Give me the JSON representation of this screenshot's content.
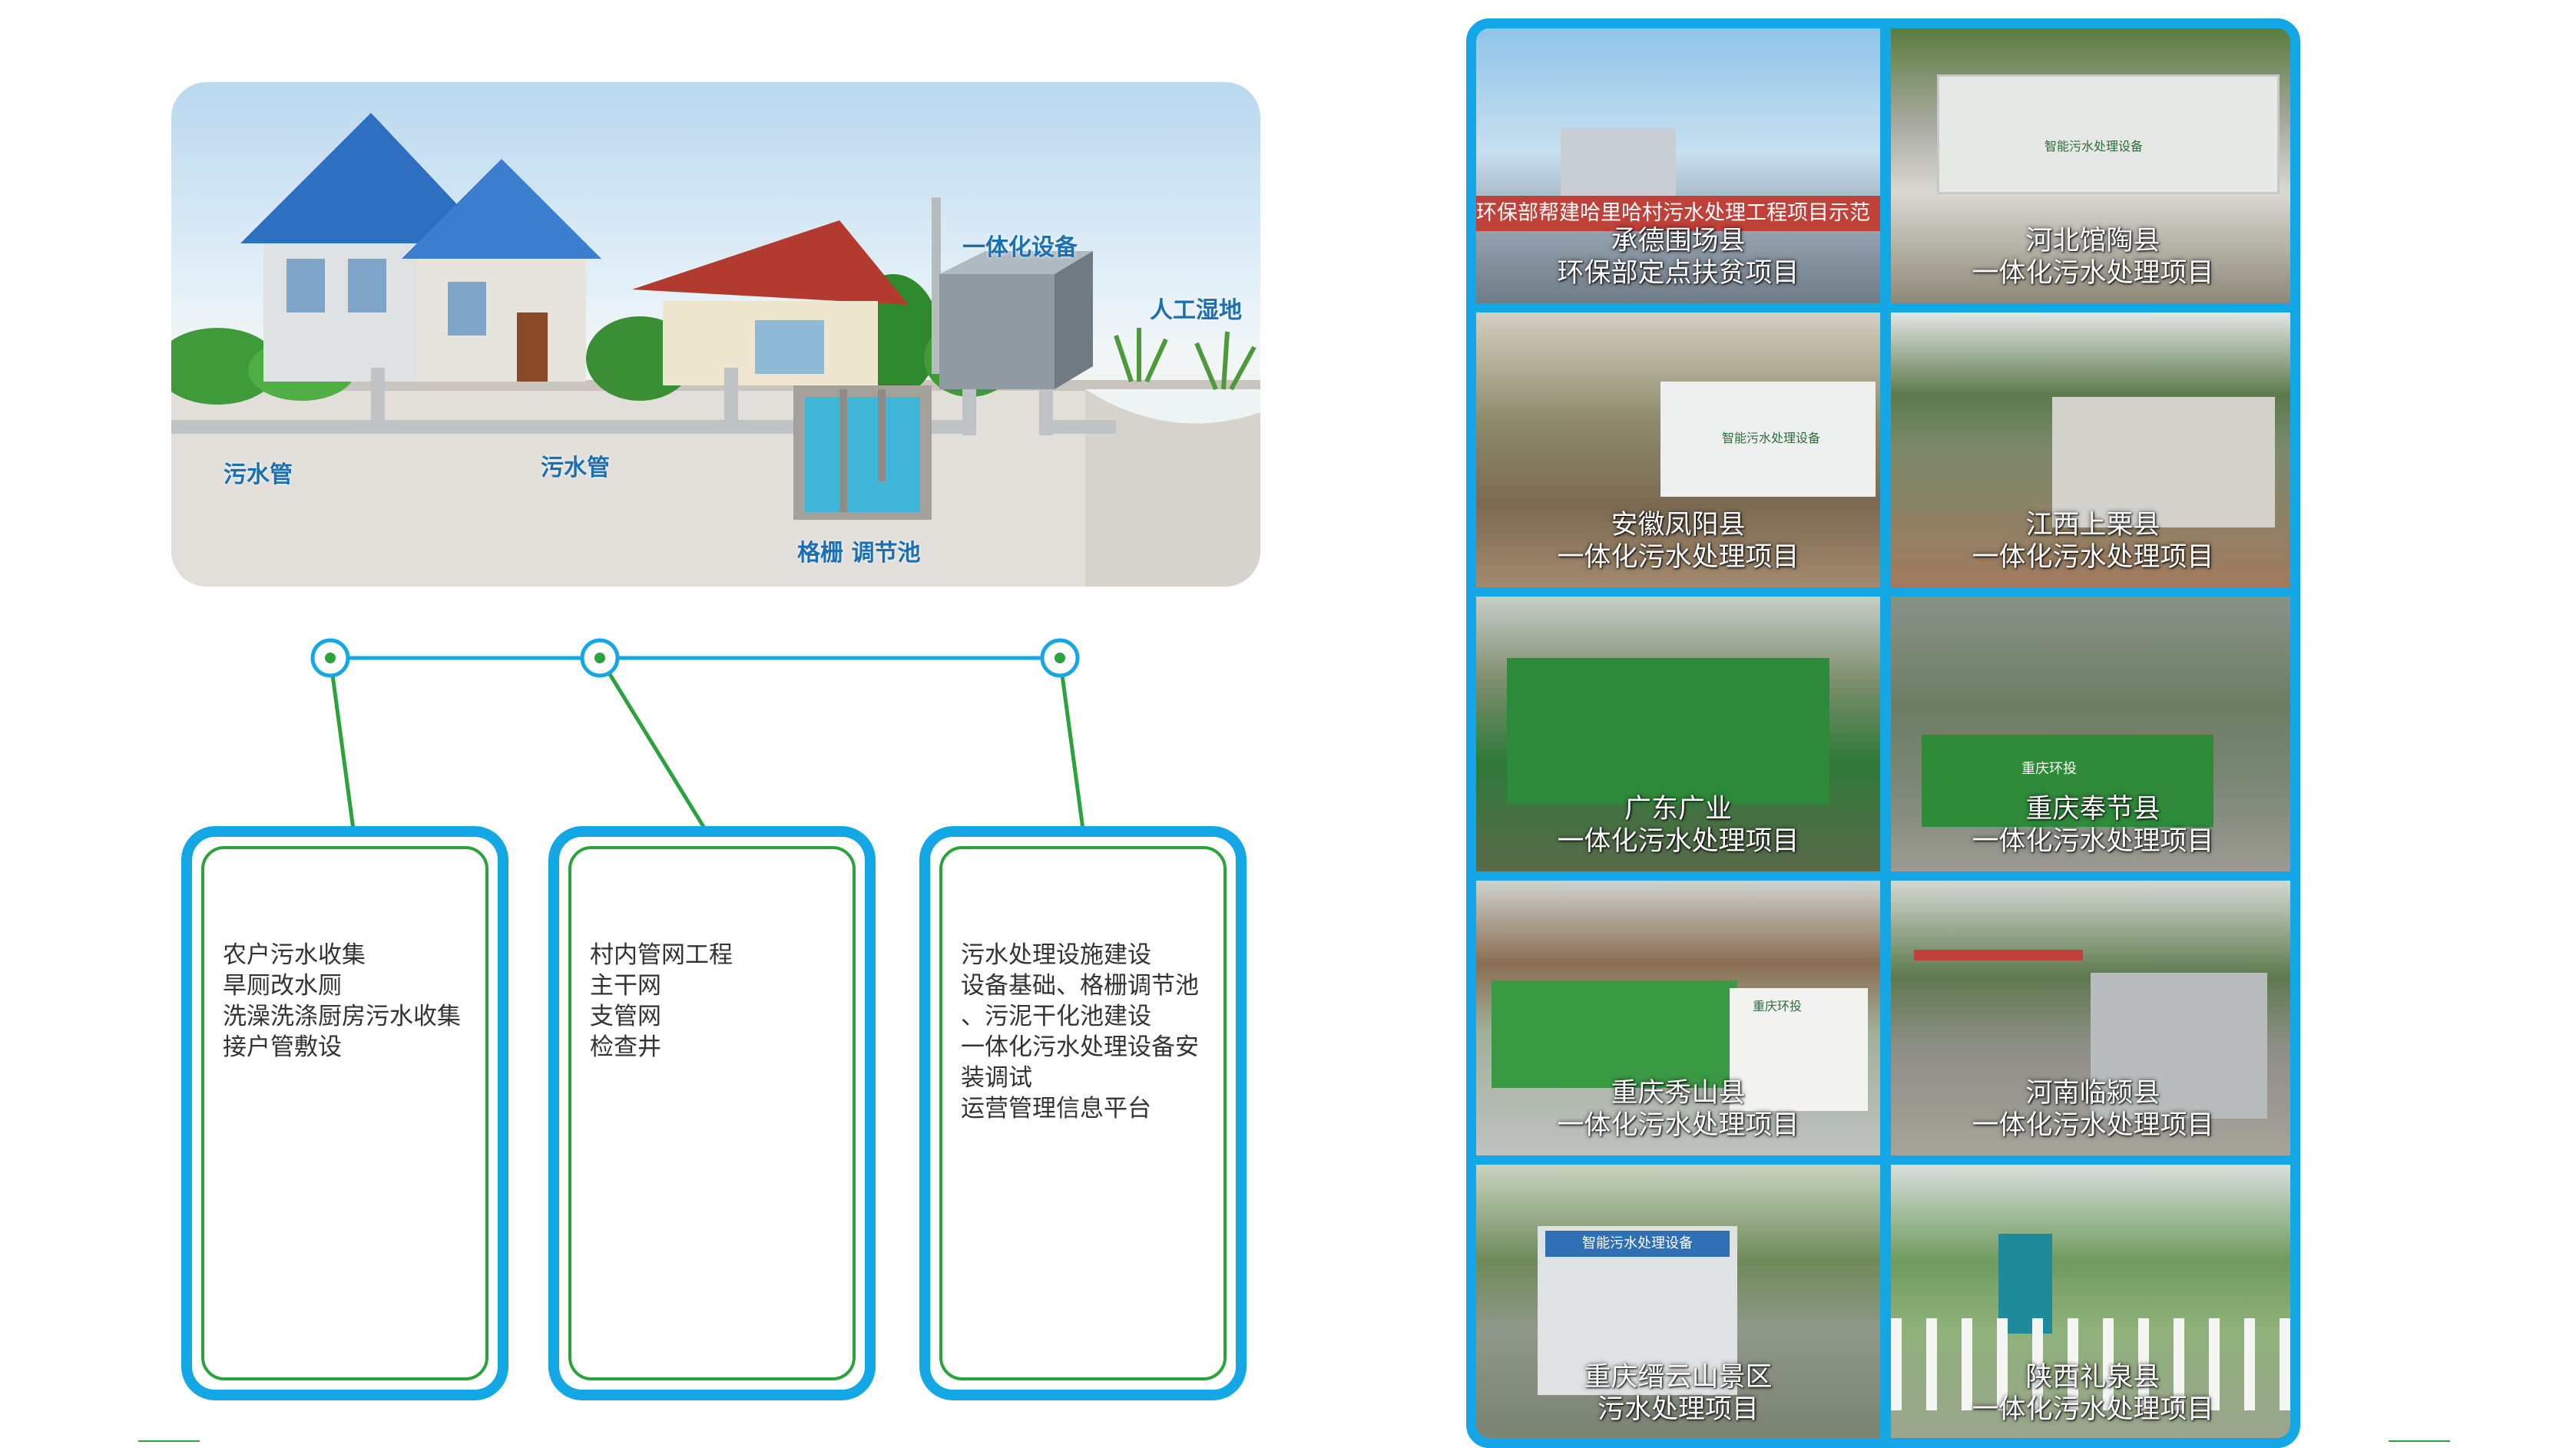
{
  "diagram": {
    "labels": {
      "equipment": "一体化设备",
      "wetland": "人工湿地",
      "pipe1": "污水管",
      "pipe2": "污水管",
      "grille_pool": "格栅  调节池"
    }
  },
  "cards": [
    {
      "lines": [
        "农户污水收集",
        "旱厕改水厕",
        "洗澡洗涤厨房污水收集",
        "接户管敷设"
      ]
    },
    {
      "lines": [
        "村内管网工程",
        "主干网",
        "支管网",
        "检查井"
      ]
    },
    {
      "lines": [
        "污水处理设施建设",
        "设备基础、格栅调节池",
        "、污泥干化池建设",
        "一体化污水处理设备安",
        "装调试",
        "运营管理信息平台"
      ]
    }
  ],
  "projects": [
    {
      "line1": "承德围场县",
      "line2": "环保部定点扶贫项目",
      "banner": "环保部帮建哈里哈村污水处理工程项目示范"
    },
    {
      "line1": "河北馆陶县",
      "line2": "一体化污水处理项目",
      "sign": "智能污水处理设备"
    },
    {
      "line1": "安徽凤阳县",
      "line2": "一体化污水处理项目",
      "sign": "智能污水处理设备"
    },
    {
      "line1": "江西上栗县",
      "line2": "一体化污水处理项目"
    },
    {
      "line1": "广东广业",
      "line2": "一体化污水处理项目"
    },
    {
      "line1": "重庆奉节县",
      "line2": "一体化污水处理项目",
      "sign": "重庆环投"
    },
    {
      "line1": "重庆秀山县",
      "line2": "一体化污水处理项目",
      "sign": "重庆环投"
    },
    {
      "line1": "河南临颍县",
      "line2": "一体化污水处理项目"
    },
    {
      "line1": "重庆缙云山景区",
      "line2": "污水处理项目",
      "sign": "智能污水处理设备"
    },
    {
      "line1": "陕西礼泉县",
      "line2": "一体化污水处理项目"
    }
  ],
  "colors": {
    "frame_blue": "#14a7e6",
    "accent_green": "#2aa33c",
    "label_blue": "#1d6fb3"
  }
}
